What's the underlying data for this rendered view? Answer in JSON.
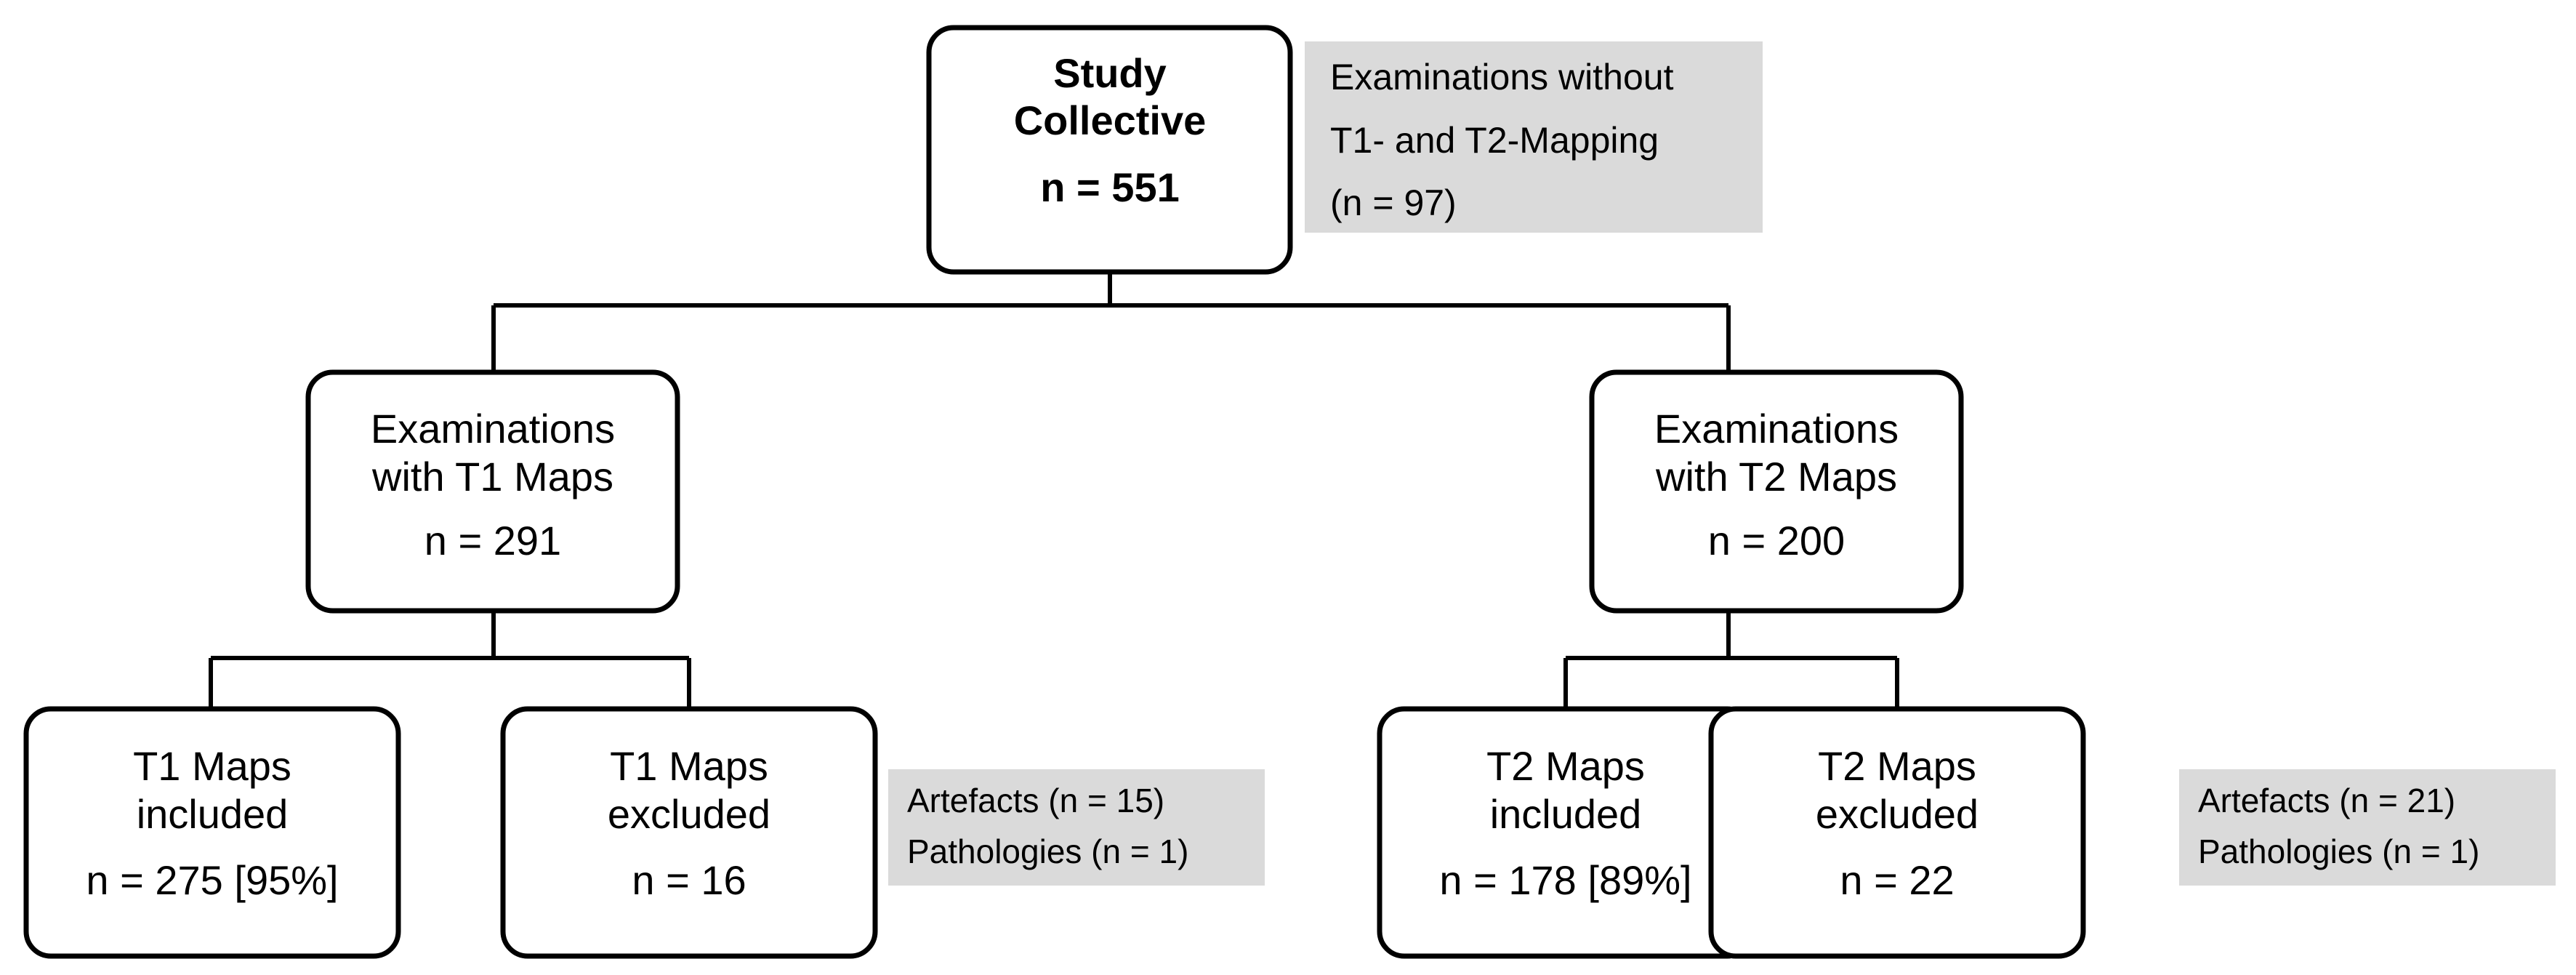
{
  "figure": {
    "type": "flowchart",
    "orientation": "top-down-tree",
    "background_color": "#ffffff",
    "node_fill": "#ffffff",
    "node_stroke": "#000000",
    "note_fill": "#dadada",
    "text_color": "#000000"
  },
  "nodes": {
    "root": {
      "id": "study-collective",
      "lines": [
        "Study",
        "Collective",
        "n = 551"
      ],
      "line1": "Study",
      "line2": "Collective",
      "line3": "n = 551",
      "bold": true,
      "n": 551
    },
    "t1_branch": {
      "id": "examinations-with-t1-maps",
      "line1": "Examinations",
      "line2": "with T1 Maps",
      "line3": "n = 291",
      "n": 291
    },
    "t2_branch": {
      "id": "examinations-with-t2-maps",
      "line1": "Examinations",
      "line2": "with T2 Maps",
      "line3": "n = 200",
      "n": 200
    },
    "t1_included": {
      "id": "t1-maps-included",
      "line1": "T1 Maps",
      "line2": "included",
      "line3": "n = 275 [95%]",
      "n": 275,
      "percent": "95%"
    },
    "t1_excluded": {
      "id": "t1-maps-excluded",
      "line1": "T1 Maps",
      "line2": "excluded",
      "line3": "n = 16",
      "n": 16
    },
    "t2_included": {
      "id": "t2-maps-included",
      "line1": "T2 Maps",
      "line2": "included",
      "line3": "n = 178 [89%]",
      "n": 178,
      "percent": "89%"
    },
    "t2_excluded": {
      "id": "t2-maps-excluded",
      "line1": "T2 Maps",
      "line2": "excluded",
      "line3": "n = 22",
      "n": 22
    }
  },
  "notes": {
    "excluded_no_mapping": {
      "id": "examinations-without-mapping-note",
      "line1": "Examinations without",
      "line2": "T1- and T2-Mapping",
      "line3": "(n = 97)",
      "n": 97
    },
    "t1_exclusion_reasons": {
      "id": "t1-exclusion-reasons-note",
      "line1": "Artefacts (n = 15)",
      "line2": "Pathologies (n = 1)",
      "artefacts": 15,
      "pathologies": 1
    },
    "t2_exclusion_reasons": {
      "id": "t2-exclusion-reasons-note",
      "line1": "Artefacts (n = 21)",
      "line2": "Pathologies (n = 1)",
      "artefacts": 21,
      "pathologies": 1
    }
  },
  "chart_data": {
    "type": "table",
    "title": "Study flow diagram of T1- and T2-Mapping examinations",
    "rows": [
      {
        "stage": "Study Collective",
        "n": 551
      },
      {
        "stage": "Examinations without T1- and T2-Mapping",
        "n": 97
      },
      {
        "stage": "Examinations with T1 Maps",
        "n": 291
      },
      {
        "stage": "Examinations with T2 Maps",
        "n": 200
      },
      {
        "stage": "T1 Maps included",
        "n": 275,
        "percent": 95
      },
      {
        "stage": "T1 Maps excluded",
        "n": 16
      },
      {
        "stage": "T1 excluded - Artefacts",
        "n": 15
      },
      {
        "stage": "T1 excluded - Pathologies",
        "n": 1
      },
      {
        "stage": "T2 Maps included",
        "n": 178,
        "percent": 89
      },
      {
        "stage": "T2 Maps excluded",
        "n": 22
      },
      {
        "stage": "T2 excluded - Artefacts",
        "n": 21
      },
      {
        "stage": "T2 excluded - Pathologies",
        "n": 1
      }
    ]
  }
}
